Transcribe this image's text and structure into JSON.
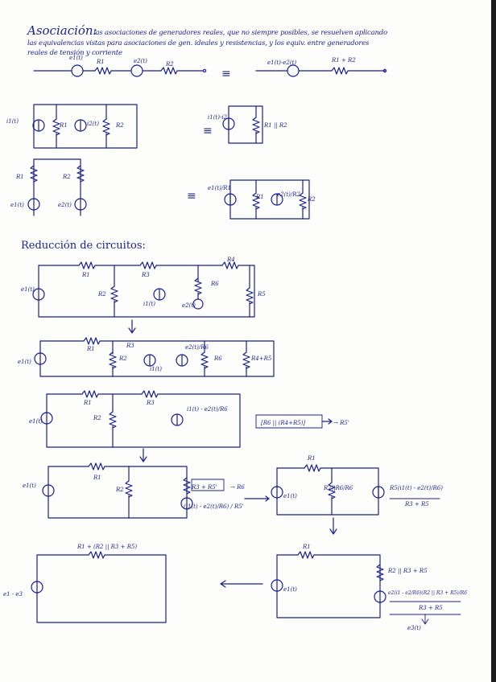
{
  "title": "Asociación:",
  "intro": [
    "las asociaciones de generadores reales, que no siempre posibles, se resuelven aplicando",
    "las equivalencias vistas para asociaciones de gen. ideales y resistencias, y los equiv. entre generadores",
    "reales de tensión y corriente"
  ],
  "section2_title": "Reducción de circuitos:",
  "equiv_symbol": "≡",
  "colors": {
    "ink": "#1a1f8c",
    "paper": "#fdfdfc"
  },
  "assoc": {
    "series": {
      "l1": "e1(t)",
      "l2": "R1",
      "l3": "e2(t)",
      "l4": "R2",
      "res1": "e1(t)-e2(t)",
      "res2": "R1 + R2"
    },
    "parallel": {
      "l1": "i1(t)",
      "l2": "R1",
      "l3": "i2(t)",
      "l4": "R2",
      "res1": "i1(t)-i2",
      "res2": "R1 || R2"
    },
    "mixed": {
      "l1": "R1",
      "l2": "e1(t)",
      "l3": "R2",
      "l4": "e2(t)",
      "res1": "e1(t)/R1",
      "res2": "R1",
      "res3": "e2(t)/R2",
      "res4": "R2"
    }
  },
  "reduction": {
    "c1": {
      "l1": "R1",
      "l2": "R3",
      "l3": "R4",
      "l4": "e1(t)",
      "l5": "R2",
      "l6": "i1(t)",
      "l7": "e2(t)",
      "l8": "R6",
      "l9": "R5"
    },
    "c2": {
      "l1": "e1(t)",
      "l2": "R1",
      "l3": "R2",
      "l4": "R3",
      "l5": "i1(t)",
      "l6": "e2(t)/R6",
      "l7": "R6",
      "l8": "R4+R5"
    },
    "c3": {
      "l1": "e1(t)",
      "l2": "R1",
      "l3": "R2",
      "l4": "R3",
      "l5": "i1(t) - e2(t)/R6",
      "l6": "[R6 || (R4+R5)]",
      "l7": "→ R5'"
    },
    "c4": {
      "l1": "e1(t)",
      "l2": "R1",
      "l3": "R2",
      "l4": "R3 + R5'",
      "l5": "(i1(t) - e2(t)/R6) / R5'",
      "l6": "→ R6"
    },
    "c5": {
      "l1": "e1(t)",
      "l2": "R1",
      "l3": "R2||R6/R6",
      "l4": "R5(i1(t) - e2(t)/R6)",
      "l5": "R3 + R5"
    },
    "c6": {
      "l1": "R1 + (R2 || R3 + R5)",
      "l2": "e1 - e3"
    },
    "c7": {
      "l1": "R1",
      "l2": "e1(t)",
      "l3": "R2 || R3 + R5",
      "l4": "e2(i1 - e2/R6)(R2 || R3 + R5)/R6",
      "l5": "R3 + R5",
      "l6": "e3(t)"
    }
  }
}
